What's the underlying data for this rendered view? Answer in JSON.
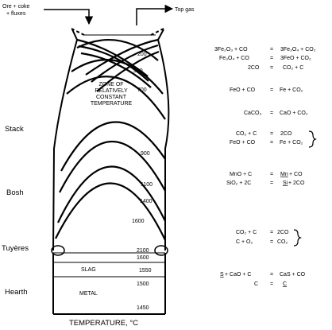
{
  "inputs": {
    "charge_line1": "Ore + coke",
    "charge_line2": "+ fluxes",
    "top_gas": "Top gas"
  },
  "zones": {
    "stack": "Stack",
    "bosh": "Bosh",
    "tuyeres": "Tuyères",
    "hearth": "Hearth"
  },
  "zone_label": {
    "line1": "ZONE OF",
    "line2": "RELATIVELY",
    "line3": "CONSTANT",
    "line4": "TEMPERATURE"
  },
  "isotherms": [
    "200",
    "300",
    "700",
    "900",
    "1100",
    "1400",
    "1600"
  ],
  "lower_temps": {
    "tuyere_top": "2100",
    "tuyere_bottom": "1600",
    "slag": "1550",
    "metal_top": "1500",
    "metal_bottom": "1450"
  },
  "layers": {
    "slag": "SLAG",
    "metal": "METAL"
  },
  "axis_label": "TEMPERATURE, °C",
  "reactions": {
    "r1": {
      "lhs": "3Fe₂O₃ + CO",
      "rhs": "3Fe₃O₄ + CO₂"
    },
    "r2": {
      "lhs": "Fe₃O₄ + CO",
      "rhs": "3FeO + CO₂"
    },
    "r3": {
      "lhs": "2CO",
      "rhs": "CO₂ + C"
    },
    "r4": {
      "lhs": "FeO + CO",
      "rhs": "Fe + CO₂"
    },
    "r5": {
      "lhs": "CaCO₃",
      "rhs": "CaO + CO₂"
    },
    "r6": {
      "lhs": "CO₂ + C",
      "rhs": "2CO"
    },
    "r7": {
      "lhs": "FeO + CO",
      "rhs": "Fe + CO₂"
    },
    "r8": {
      "lhs": "MnO + C",
      "rhs_u": "Mn",
      "rhs_rest": " + CO"
    },
    "r9": {
      "lhs": "SiO₂ + 2C",
      "rhs_u": "Si",
      "rhs_rest": " + 2CO"
    },
    "r10": {
      "lhs": "CO₂ + C",
      "rhs": "2CO"
    },
    "r11": {
      "lhs": "C + O₂",
      "rhs": "CO₂"
    },
    "r12": {
      "lhs_u": "S",
      "lhs_rest": " + CaO + C",
      "rhs": "CaS + CO"
    },
    "r13": {
      "lhs": "C",
      "rhs_u": "C"
    },
    "equals": "="
  }
}
